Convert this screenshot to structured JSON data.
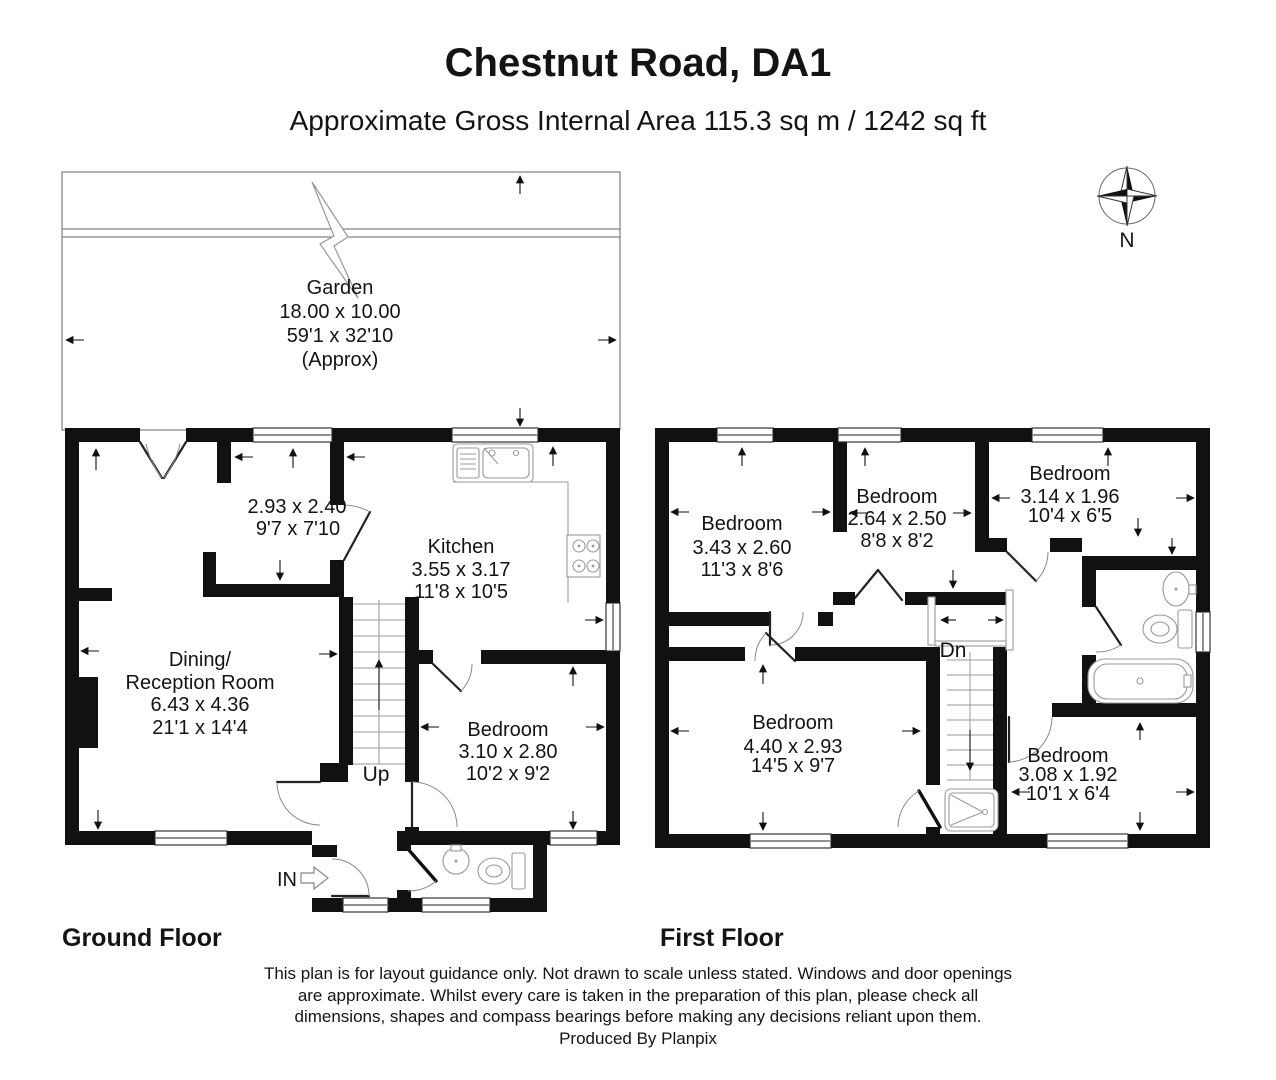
{
  "header": {
    "title": "Chestnut Road, DA1",
    "subtitle": "Approximate Gross Internal Area 115.3 sq m / 1242 sq ft"
  },
  "compass": {
    "north_label": "N"
  },
  "garden": {
    "name": "Garden",
    "metric": "18.00 x 10.00",
    "imperial": "59'1 x 32'10",
    "note": "(Approx)"
  },
  "ground_floor": {
    "label": "Ground Floor",
    "entrance_label": "IN",
    "stairs_label": "Up",
    "rooms": {
      "front_room": {
        "metric": "2.93 x 2.40",
        "imperial": "9'7 x 7'10"
      },
      "kitchen": {
        "name": "Kitchen",
        "metric": "3.55 x 3.17",
        "imperial": "11'8 x 10'5"
      },
      "dining": {
        "name_line1": "Dining/",
        "name_line2": "Reception Room",
        "metric": "6.43 x 4.36",
        "imperial": "21'1 x 14'4"
      },
      "bedroom": {
        "name": "Bedroom",
        "metric": "3.10 x 2.80",
        "imperial": "10'2 x 9'2"
      }
    }
  },
  "first_floor": {
    "label": "First Floor",
    "stairs_label": "Dn",
    "rooms": {
      "bedroom_1": {
        "name": "Bedroom",
        "metric": "3.43 x 2.60",
        "imperial": "11'3 x 8'6"
      },
      "bedroom_2": {
        "name": "Bedroom",
        "metric": "2.64 x 2.50",
        "imperial": "8'8 x 8'2"
      },
      "bedroom_3": {
        "name": "Bedroom",
        "metric": "3.14 x 1.96",
        "imperial": "10'4 x 6'5"
      },
      "bedroom_4": {
        "name": "Bedroom",
        "metric": "4.40 x 2.93",
        "imperial": "14'5 x 9'7"
      },
      "bedroom_5": {
        "name": "Bedroom",
        "metric": "3.08 x 1.92",
        "imperial": "10'1 x 6'4"
      }
    }
  },
  "footer": {
    "line1": "This plan is for layout guidance only. Not drawn to scale unless stated. Windows and door openings",
    "line2": "are approximate. Whilst every care is taken in the preparation of this plan, please check all",
    "line3": "dimensions, shapes and compass bearings before making any decisions reliant upon them.",
    "line4": "Produced By Planpix"
  },
  "colors": {
    "wall": "#111111",
    "text": "#141414",
    "fixture_line": "#999999"
  }
}
